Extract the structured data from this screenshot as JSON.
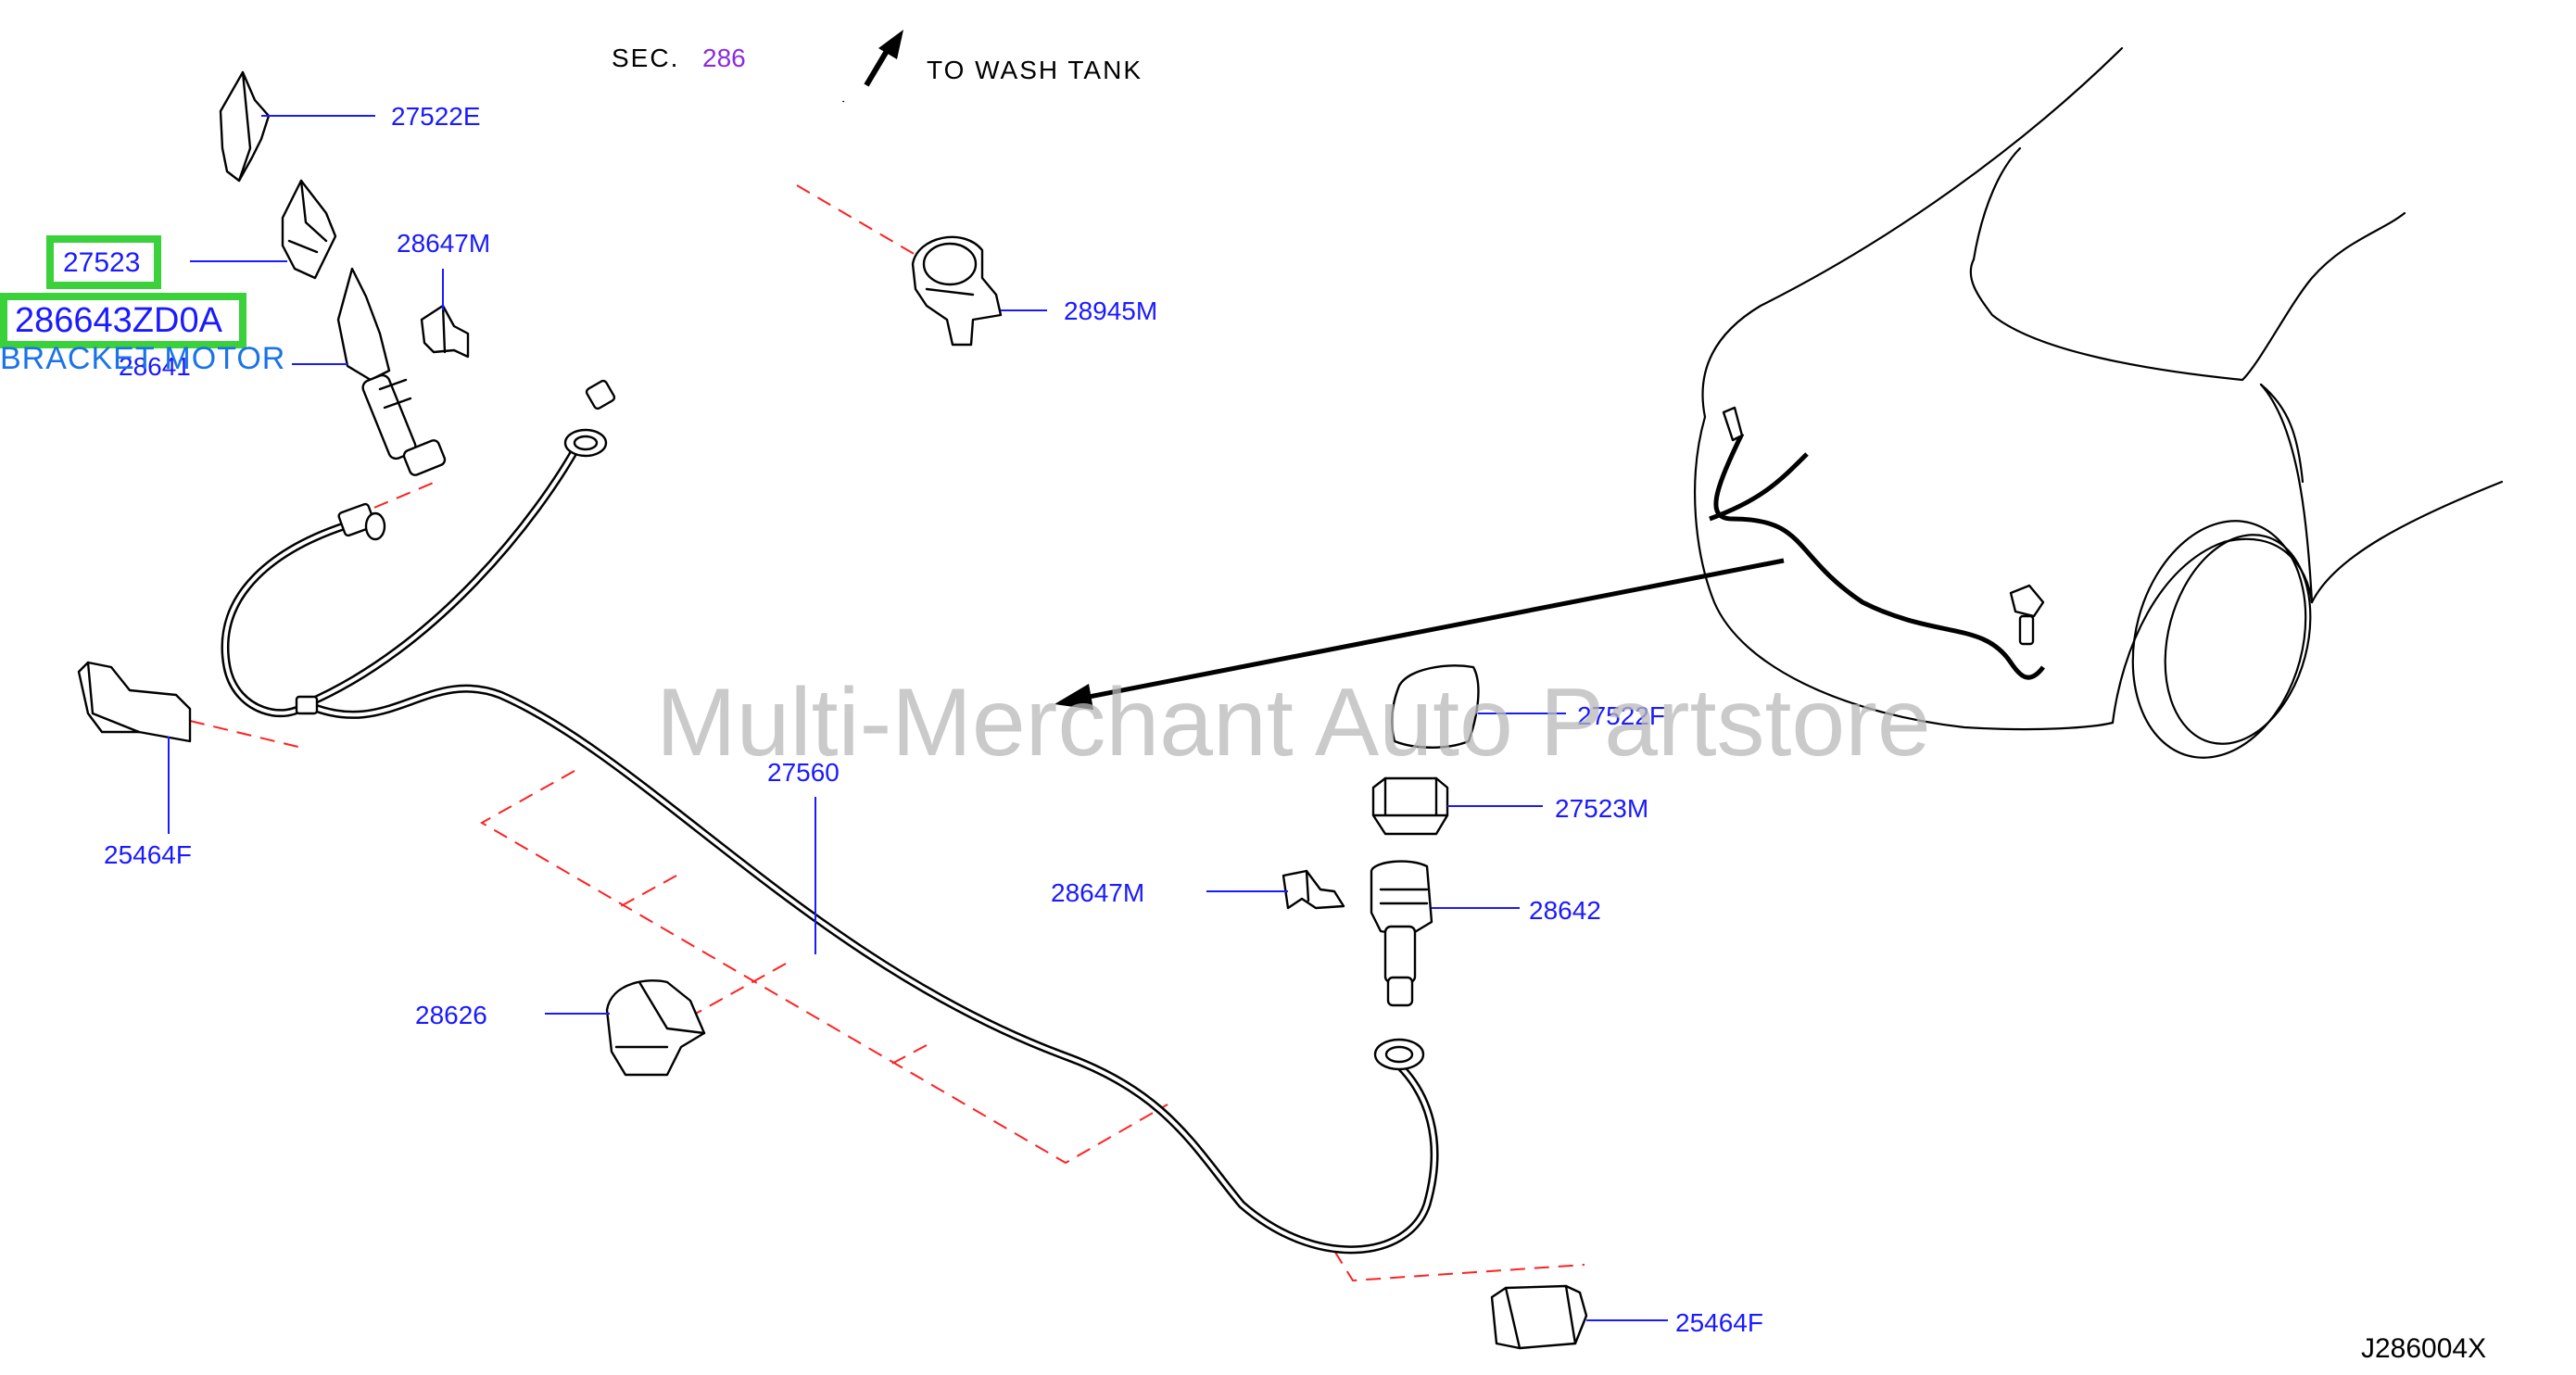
{
  "diagram": {
    "sec_prefix": "SEC.",
    "sec_number": "286",
    "wash_tank_label": "TO  WASH  TANK",
    "diagram_id": "J286004X",
    "watermark": "Multi-Merchant Auto Partstore"
  },
  "highlight": {
    "part_a": "27523",
    "part_b": "286643ZD0A",
    "caption": "BRACKET  MOTOR",
    "color": "#3ad13a"
  },
  "parts": {
    "p27522e": "27522E",
    "p28647m_top": "28647M",
    "p28641": "28641",
    "p28945m": "28945M",
    "p25464f_left": "25464F",
    "p27560": "27560",
    "p28626": "28626",
    "p27522f": "27522F",
    "p27523m": "27523M",
    "p28647m_right": "28647M",
    "p28642": "28642",
    "p25464f_bottom": "25464F"
  },
  "colors": {
    "part_number": "#1a1aff",
    "sec_number": "#8a2be2",
    "dashed_guide": "#ff2020"
  }
}
